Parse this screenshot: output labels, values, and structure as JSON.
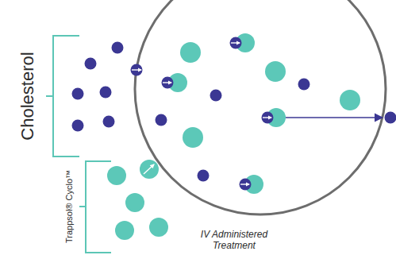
{
  "diagram": {
    "labels": [
      "Cholesterol",
      "Trappsol® Cyclo™",
      "IV Administered Treatment"
    ]
  }
}
